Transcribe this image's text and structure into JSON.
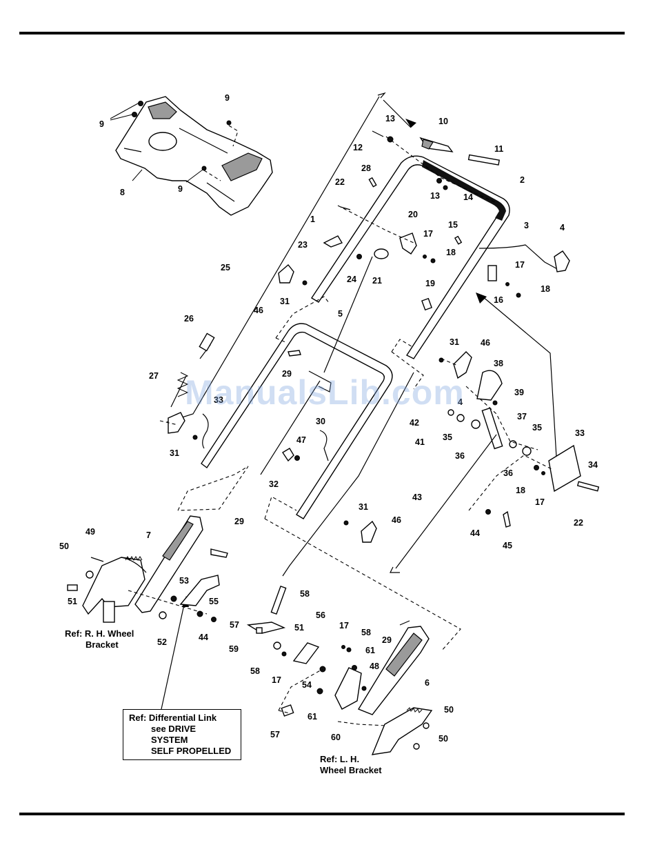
{
  "watermark": "ManualsLib.com",
  "refs": {
    "rh_wheel_bracket": [
      "Ref: R. H. Wheel",
      "Bracket"
    ],
    "lh_wheel_bracket": [
      "Ref: L. H.",
      "Wheel Bracket"
    ],
    "differential_link": [
      "Ref: Differential Link",
      "see DRIVE SYSTEM",
      "SELF PROPELLED"
    ]
  },
  "callouts": [
    "9",
    "9",
    "8",
    "9",
    "13",
    "10",
    "12",
    "11",
    "28",
    "2",
    "22",
    "13",
    "14",
    "1",
    "3",
    "4",
    "20",
    "15",
    "17",
    "23",
    "18",
    "21",
    "25",
    "24",
    "17",
    "19",
    "18",
    "16",
    "31",
    "46",
    "5",
    "26",
    "31",
    "46",
    "29",
    "38",
    "27",
    "33",
    "39",
    "4",
    "42",
    "41",
    "35",
    "37",
    "35",
    "30",
    "36",
    "47",
    "33",
    "31",
    "36",
    "18",
    "17",
    "34",
    "32",
    "43",
    "22",
    "31",
    "46",
    "44",
    "45",
    "29",
    "7",
    "49",
    "50",
    "53",
    "51",
    "55",
    "44",
    "52",
    "58",
    "57",
    "51",
    "56",
    "17",
    "58",
    "29",
    "59",
    "61",
    "58",
    "48",
    "17",
    "54",
    "6",
    "61",
    "60",
    "57",
    "50",
    "50"
  ]
}
